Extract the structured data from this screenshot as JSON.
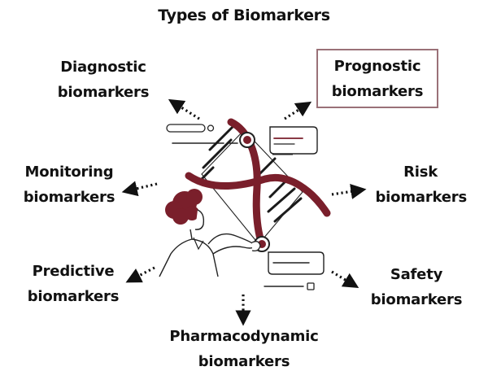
{
  "title": "Types of Biomarkers",
  "accent_color": "#7a1f2b",
  "highlight_border_color": "#9a7178",
  "nodes": [
    {
      "id": "diagnostic",
      "line1": "Diagnostic",
      "line2": "biomarkers",
      "highlighted": false
    },
    {
      "id": "prognostic",
      "line1": "Prognostic",
      "line2": "biomarkers",
      "highlighted": true
    },
    {
      "id": "monitoring",
      "line1": "Monitoring",
      "line2": "biomarkers",
      "highlighted": false
    },
    {
      "id": "risk",
      "line1": "Risk",
      "line2": "biomarkers",
      "highlighted": false
    },
    {
      "id": "predictive",
      "line1": "Predictive",
      "line2": "biomarkers",
      "highlighted": false
    },
    {
      "id": "safety",
      "line1": "Safety",
      "line2": "biomarkers",
      "highlighted": false
    },
    {
      "id": "pharmacodynamic",
      "line1": "Pharmacodynamic",
      "line2": "biomarkers",
      "highlighted": false
    }
  ]
}
